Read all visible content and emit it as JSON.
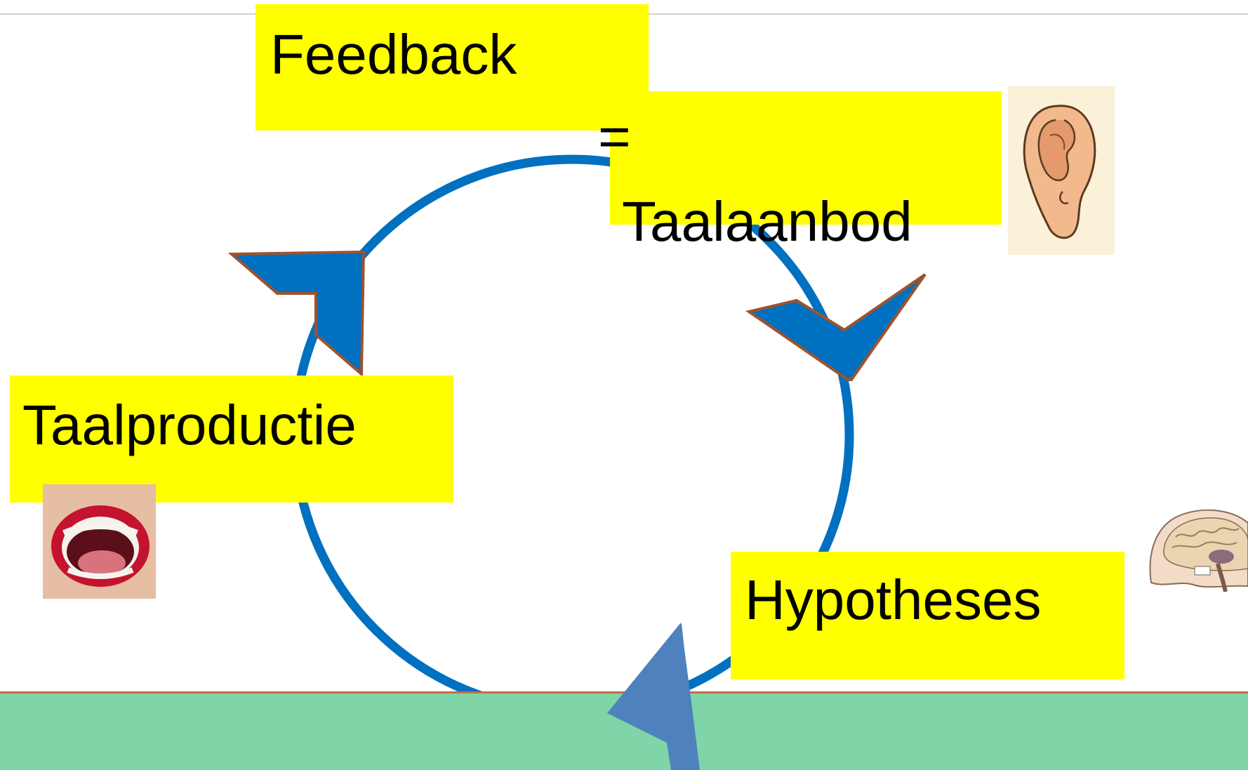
{
  "labels": {
    "feedback": "Feedback",
    "equals": "=",
    "taalaanbod": "Taalaanbod",
    "taalproductie": "Taalproductie",
    "hypotheses": "Hypotheses"
  },
  "colors": {
    "label_background": "#ffff00",
    "cycle_stroke": "#0070c0",
    "arrow_fill": "#0070c0",
    "arrow_outline": "#a0522d",
    "bottom_arrow_fill": "#4f81bd",
    "bottom_band": "#7fd4a8",
    "bottom_rule": "#c0704a"
  },
  "icons": {
    "ear": "ear-icon",
    "mouth": "open-mouth-icon",
    "brain": "brain-icon"
  }
}
